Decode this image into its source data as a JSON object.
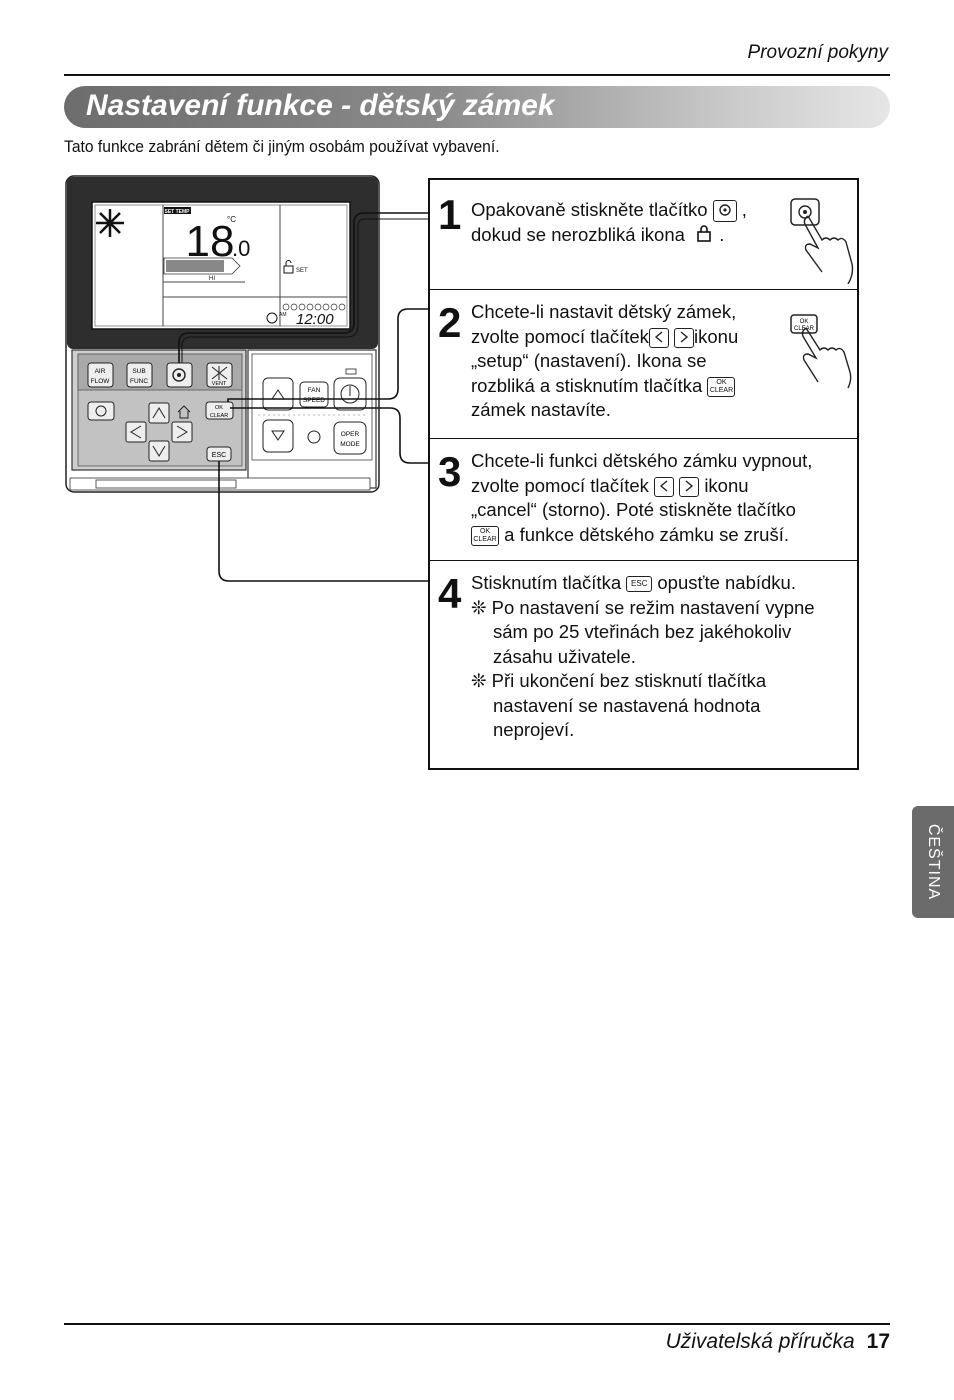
{
  "header": {
    "section": "Provozní pokyny"
  },
  "title": "Nastavení funkce - dětský zámek",
  "intro": "Tato funkce zabrání dětem či jiným osobám používat vybavení.",
  "remote": {
    "lcd": {
      "set_temp_label": "SET TEMP",
      "temp_main": "18",
      "temp_decimal": ".0",
      "temp_unit": "°C",
      "fan_label": "HI",
      "lock_set_label": "SET",
      "am_label": "AM",
      "clock": "12:00"
    },
    "buttons": {
      "air_flow": "AIR FLOW",
      "sub_func": "SUB FUNC",
      "vent": "VENT",
      "ok_clear": "OK CLEAR",
      "esc": "ESC",
      "fan_speed": "FAN SPEED",
      "oper_mode": "OPER MODE"
    }
  },
  "steps": [
    {
      "number": "1",
      "lines": [
        "Opakovaně stiskněte tlačítko",
        "dokud se nerozbliká ikona"
      ]
    },
    {
      "number": "2",
      "lines": [
        "Chcete-li nastavit dětský zámek,",
        "zvolte pomocí tlačítek",
        "ikonu",
        "„setup“ (nastavení). Ikona se",
        "rozbliká a stisknutím tlačítka",
        "zámek nastavíte."
      ]
    },
    {
      "number": "3",
      "lines": [
        "Chcete-li funkci dětského zámku vypnout,",
        "zvolte pomocí tlačítek",
        "ikonu",
        "„cancel“ (storno). Poté stiskněte tlačítko",
        "a funkce dětského zámku se zruší."
      ]
    },
    {
      "number": "4",
      "lines": [
        "Stisknutím tlačítka",
        "opusťte nabídku."
      ],
      "notes": [
        "Po nastavení se režim nastavení vypne sám po 25 vteřinách bez jakéhokoliv zásahu uživatele.",
        "Při ukončení bez stisknutí tlačítka nastavení se nastavená hodnota neprojeví."
      ],
      "note_lines": [
        [
          "Po nastavení se režim nastavení vypne",
          "sám po 25 vteřinách bez jakéhokoliv",
          "zásahu uživatele."
        ],
        [
          "Při ukončení bez stisknutí tlačítka",
          "nastavení se nastavená hodnota",
          "neprojeví."
        ]
      ]
    }
  ],
  "inline_buttons": {
    "ok_top": "OK",
    "ok_bottom": "CLEAR",
    "esc": "ESC"
  },
  "side_tab": "ČEŠTINA",
  "footer": {
    "manual": "Uživatelská příručka",
    "page": "17"
  }
}
